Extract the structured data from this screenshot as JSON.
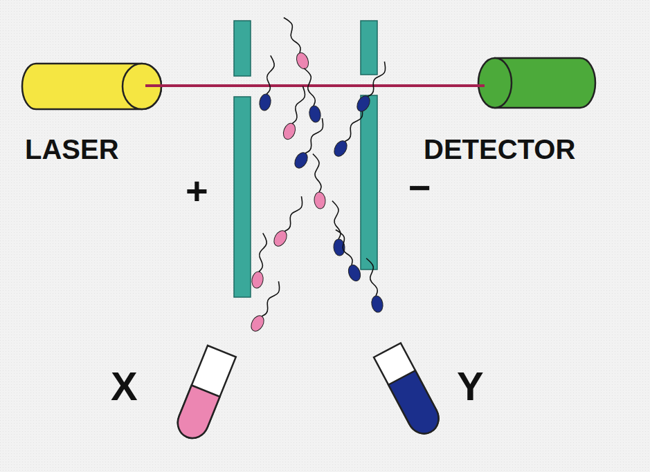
{
  "diagram": {
    "labels": [
      "LASER",
      "DETECTOR",
      "+",
      "−",
      "X",
      "Y"
    ]
  }
}
